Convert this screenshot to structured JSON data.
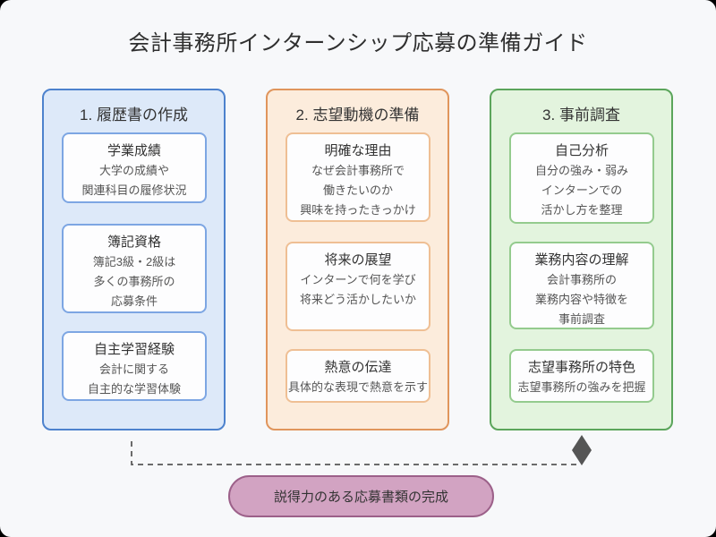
{
  "title": "会計事務所インターンシップ応募の準備ガイド",
  "columns": [
    {
      "title": "1. 履歴書の作成",
      "cards": [
        {
          "title": "学業成績",
          "lines": [
            "大学の成績や",
            "関連科目の履修状況"
          ]
        },
        {
          "title": "簿記資格",
          "lines": [
            "簿記3級・2級は",
            "多くの事務所の",
            "応募条件"
          ]
        },
        {
          "title": "自主学習経験",
          "lines": [
            "会計に関する",
            "自主的な学習体験"
          ]
        }
      ]
    },
    {
      "title": "2. 志望動機の準備",
      "cards": [
        {
          "title": "明確な理由",
          "lines": [
            "なぜ会計事務所で",
            "働きたいのか",
            "興味を持ったきっかけ"
          ]
        },
        {
          "title": "将来の展望",
          "lines": [
            "インターンで何を学び",
            "将来どう活かしたいか"
          ]
        },
        {
          "title": "熱意の伝達",
          "lines": [
            "具体的な表現で熱意を示す"
          ]
        }
      ]
    },
    {
      "title": "3. 事前調査",
      "cards": [
        {
          "title": "自己分析",
          "lines": [
            "自分の強み・弱み",
            "インターンでの",
            "活かし方を整理"
          ]
        },
        {
          "title": "業務内容の理解",
          "lines": [
            "会計事務所の",
            "業務内容や特徴を",
            "事前調査"
          ]
        },
        {
          "title": "志望事務所の特色",
          "lines": [
            "志望事務所の強みを把握"
          ]
        }
      ]
    }
  ],
  "result": {
    "label": "説得力のある応募書類の完成"
  },
  "colors": {
    "background": "#f7f8fa",
    "column1_border": "#4d82cd",
    "column1_fill": "#dde9f9",
    "column1_card_border": "#7da6e3",
    "column2_border": "#e0955c",
    "column2_fill": "#fcecdc",
    "column2_card_border": "#efbf94",
    "column3_border": "#5ba55b",
    "column3_fill": "#e3f4de",
    "column3_card_border": "#94cb8e",
    "result_fill": "#d2a3c2",
    "result_border": "#9c6089",
    "connector": "#6b6b6b",
    "diamond": "#555555",
    "title_text": "#2f2f2f",
    "body_text": "#555555"
  }
}
